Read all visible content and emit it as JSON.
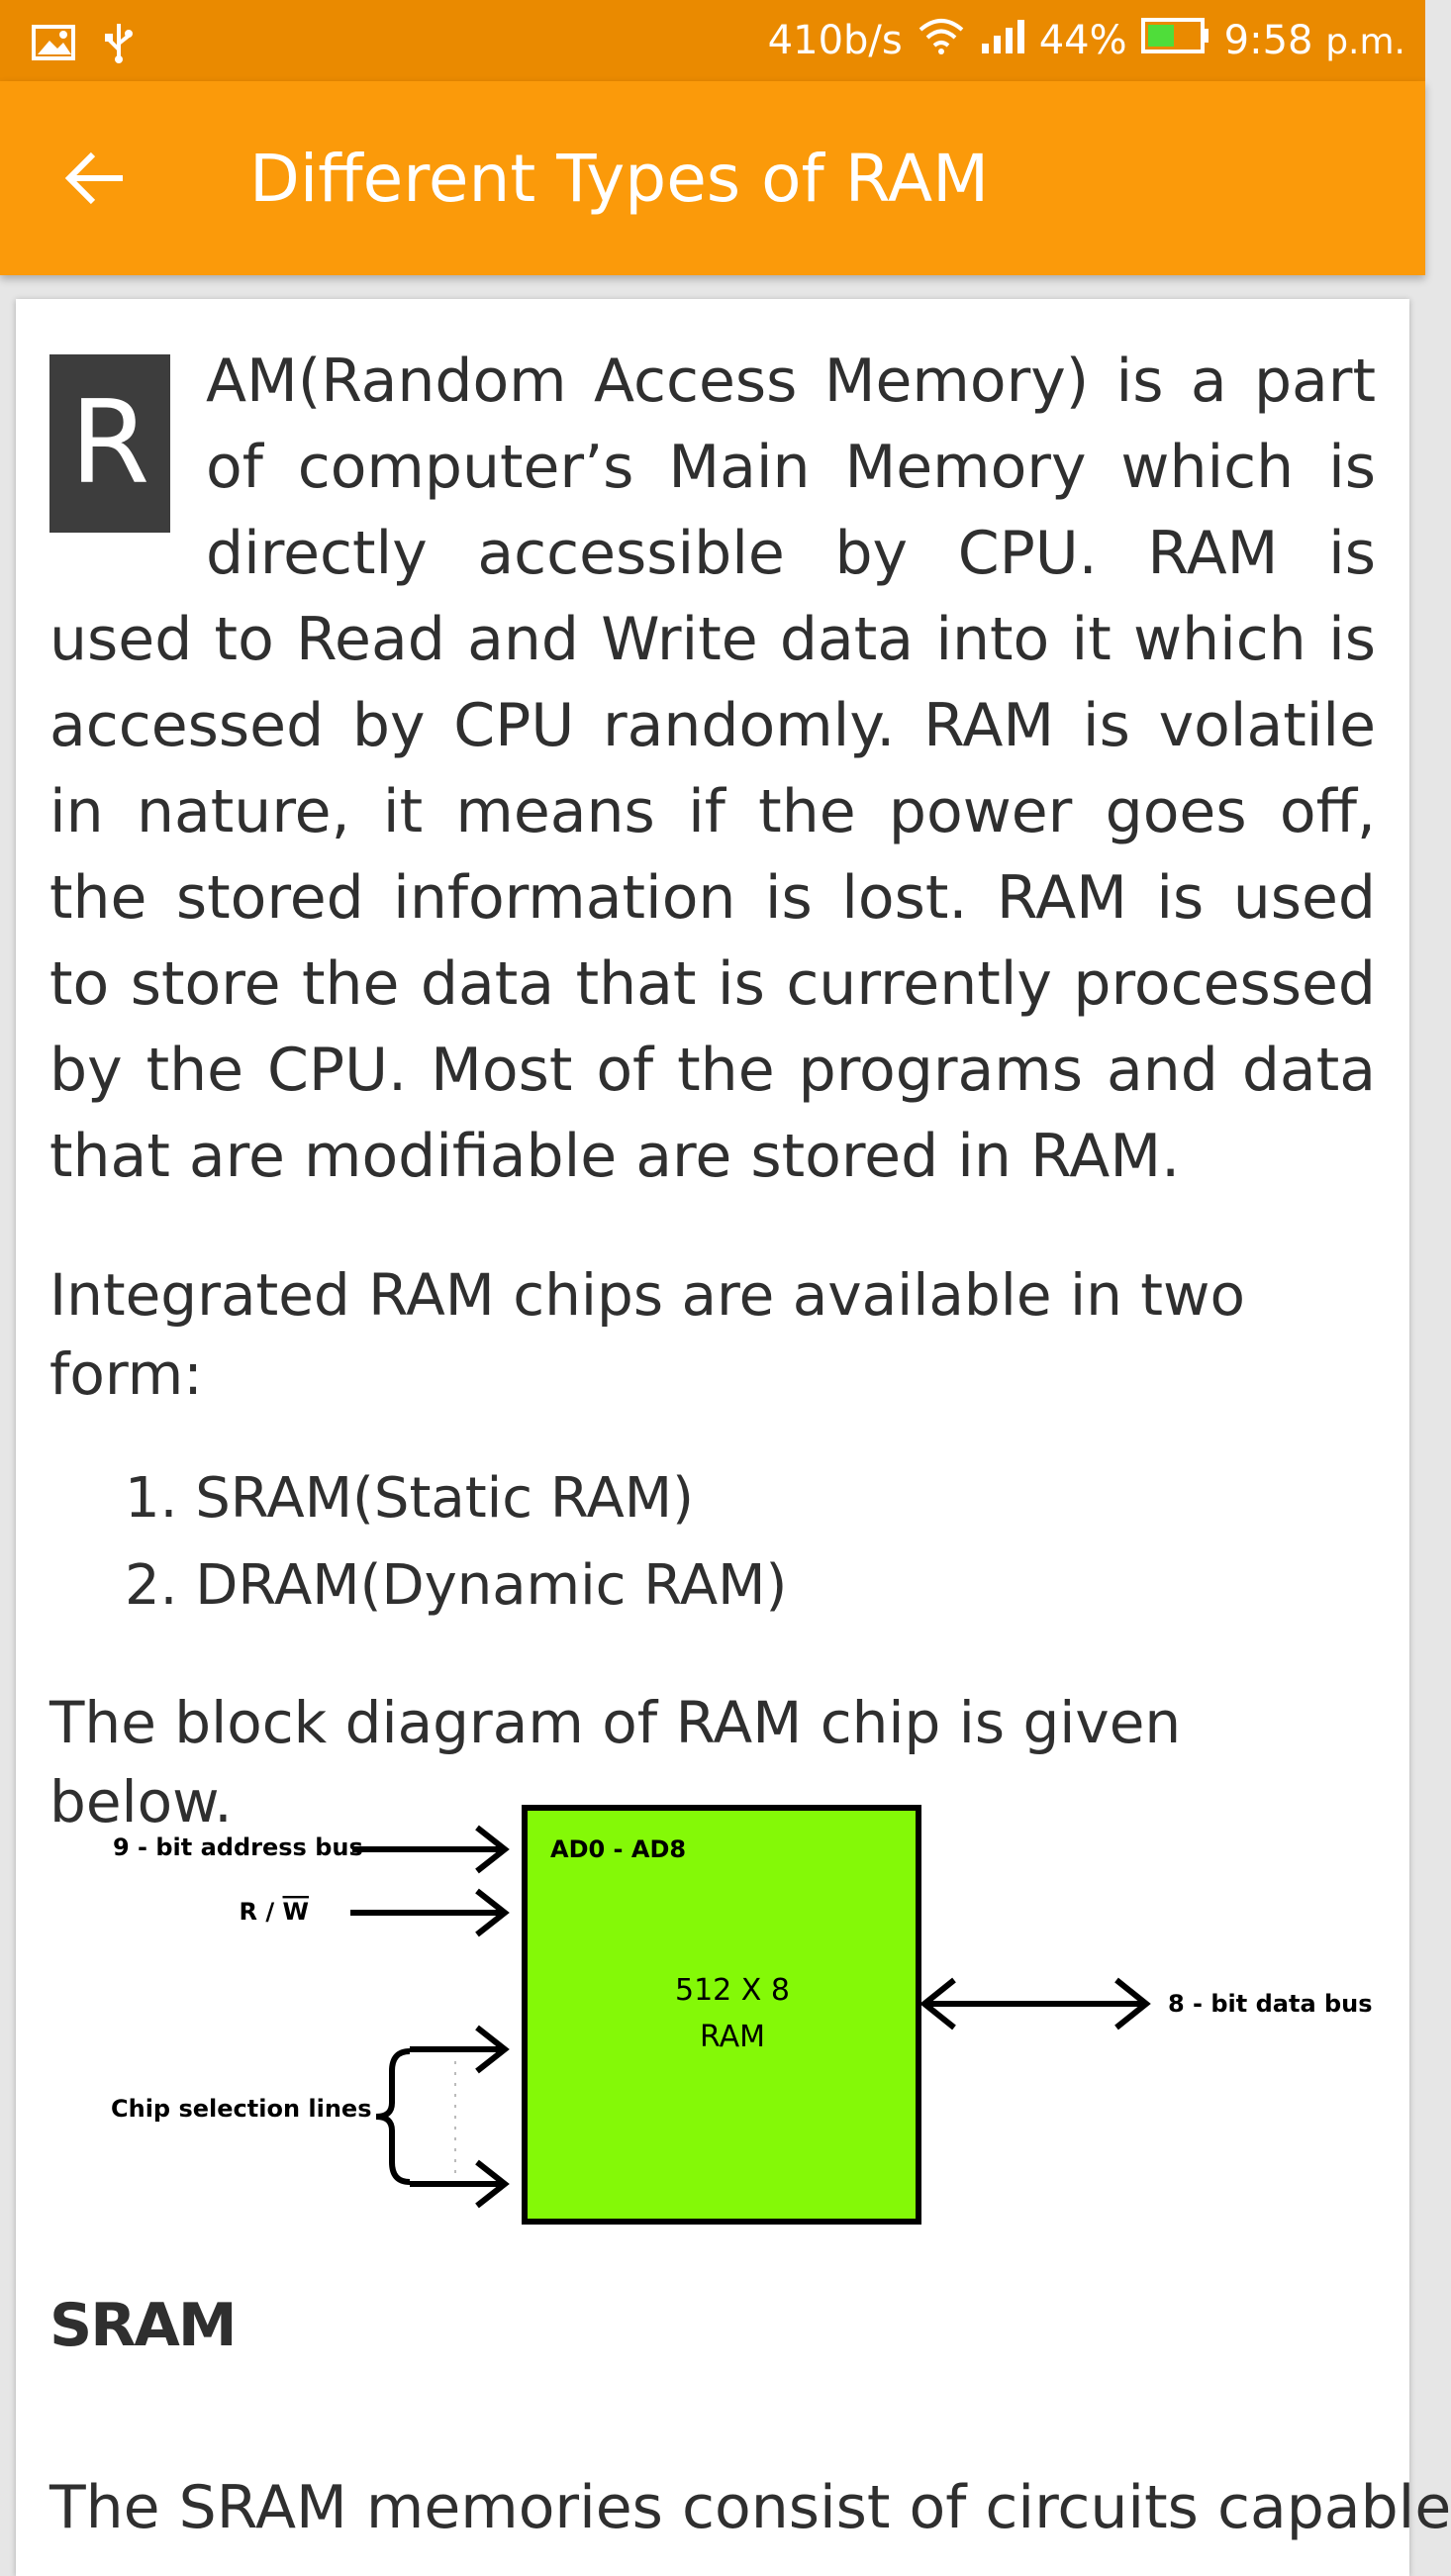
{
  "status_bar": {
    "speed": "410b/s",
    "battery": "44%",
    "time": "9:58",
    "ampm": "p.m.",
    "icons": [
      "gallery-icon",
      "usb-icon",
      "wifi-icon",
      "signal-icon",
      "battery-icon"
    ]
  },
  "app_bar": {
    "title": "Different Types of RAM",
    "back_icon": "back-arrow-icon"
  },
  "article": {
    "drop_cap": "R",
    "intro_rest": "AM(Random Access Memory) is a part of computer’s Main Memory which is directly accessible by CPU. RAM is used to Read and Write data into it which is accessed by CPU randomly. RAM is volatile in nature, it means if the power goes off, the stored information is lost. RAM is used to store the data that is currently processed by the CPU. Most of the programs and data that are modifiable are stored in RAM.",
    "forms_intro": "Integrated RAM chips are available in two form:",
    "types": [
      "1. SRAM(Static RAM)",
      "2. DRAM(Dynamic RAM)"
    ],
    "block_intro": "The block diagram of RAM chip is given below."
  },
  "diagram": {
    "address_bus": "9 - bit address bus",
    "rw_prefix": "R / ",
    "rw_bar": "W",
    "chip_select": "Chip selection lines",
    "pins": "AD0 - AD8",
    "chip_line1": "512 X 8",
    "chip_line2": "RAM",
    "data_bus": "8 - bit data bus",
    "chip_color": "#84f907"
  },
  "section": {
    "heading": "SRAM",
    "text": "The SRAM memories consist of circuits capable"
  },
  "colors": {
    "status_bar": "#ea8a00",
    "app_bar": "#fb9a0a",
    "drop_cap_bg": "#3d3d3d",
    "text": "#2f2f2f"
  }
}
